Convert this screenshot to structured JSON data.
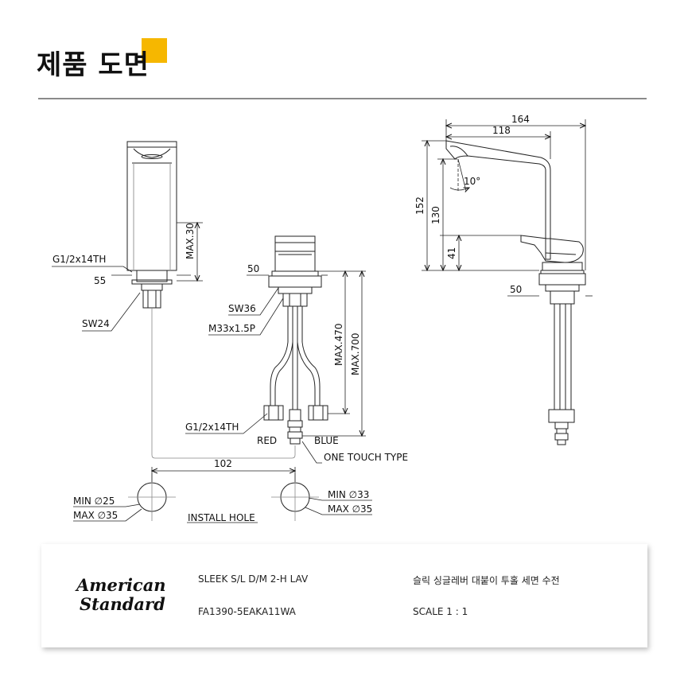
{
  "header": {
    "title": "제품 도면",
    "accent_color": "#f6b700"
  },
  "drawing": {
    "dims": {
      "max30": "MAX.30",
      "g1_top": "G1/2x14TH",
      "d55": "55",
      "sw24": "SW24",
      "d50_mid": "50",
      "sw36": "SW36",
      "m33": "M33x1.5P",
      "max470": "MAX.470",
      "max700": "MAX.700",
      "g1_bottom": "G1/2x14TH",
      "red": "RED",
      "blue": "BLUE",
      "one_touch": "ONE TOUCH TYPE",
      "d102": "102",
      "d164": "164",
      "d118": "118",
      "d152": "152",
      "d130": "130",
      "d41": "41",
      "angle10": "10°",
      "d50_right": "50"
    },
    "install": {
      "left_min": "MIN ∅25",
      "left_max": "MAX ∅35",
      "label": "INSTALL HOLE",
      "right_min": "MIN ∅33",
      "right_max": "MAX ∅35"
    }
  },
  "info": {
    "brand_line1": "American",
    "brand_line2": "Standard",
    "product_name": "SLEEK S/L D/M 2-H LAV",
    "product_name_kr": "슬릭 싱글레버 대붙이 투홀 세면 수전",
    "model": "FA1390-5EAKA11WA",
    "scale": "SCALE  1 : 1"
  }
}
